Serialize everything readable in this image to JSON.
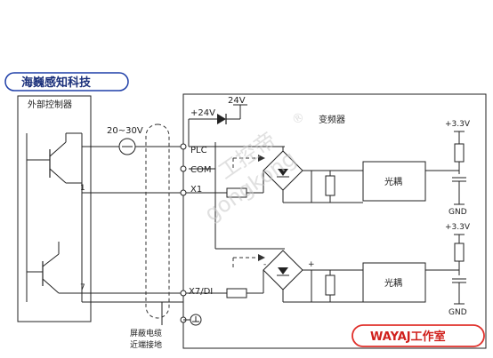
{
  "brand": {
    "name": "海巍感知科技"
  },
  "tag": {
    "text": "WAYAJ工作室"
  },
  "watermark": {
    "line1": "工控帝",
    "line2": "gongkong",
    "mark": "®"
  },
  "diagram": {
    "external_control_label": "外部控制器",
    "inverter_label": "变频器",
    "voltage_supply": "+24V",
    "voltage_relay": "24V",
    "source_label": "20~30V",
    "shield_label_1": "屏蔽电缆",
    "shield_label_2": "近端接地",
    "terminals": {
      "plc": "PLC",
      "com": "COM",
      "x1": "X1",
      "x7": "X7/DI"
    },
    "transistor_1_num": "1",
    "transistor_2_num": "7",
    "optocoupler_1": "光耦",
    "optocoupler_2": "光耦",
    "vcc_1": "+3.3V",
    "vcc_2": "+3.3V",
    "gnd_1": "GND",
    "gnd_2": "GND",
    "minus": "-",
    "plus": "+"
  }
}
